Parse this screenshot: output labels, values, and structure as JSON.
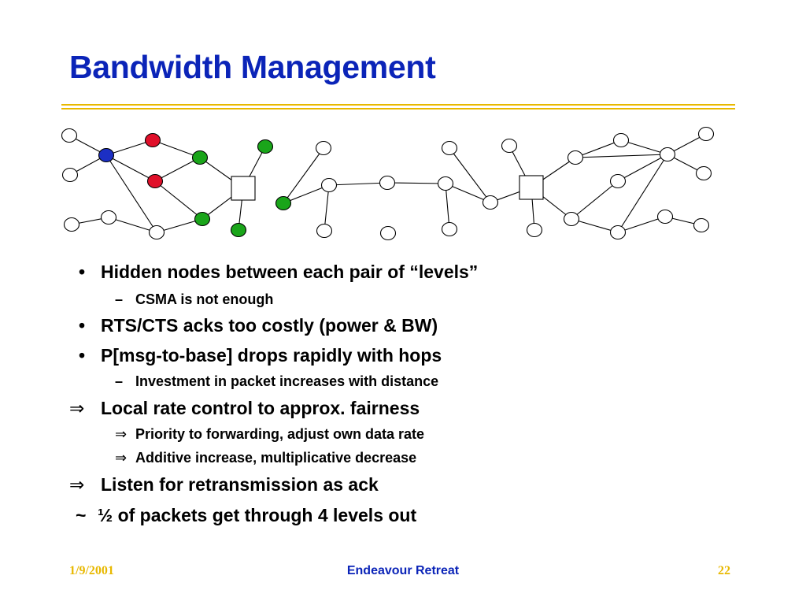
{
  "slide": {
    "title": "Bandwidth Management",
    "bullets": [
      {
        "level": 1,
        "marker": "•",
        "text": "Hidden nodes between each pair of “levels”"
      },
      {
        "level": 2,
        "marker": "–",
        "text": "CSMA is not enough"
      },
      {
        "level": 1,
        "marker": "•",
        "text": "RTS/CTS acks too costly (power & BW)"
      },
      {
        "level": 1,
        "marker": "•",
        "text": "P[msg-to-base] drops rapidly with hops"
      },
      {
        "level": 2,
        "marker": "–",
        "text": "Investment in packet increases with distance"
      },
      {
        "level": 1,
        "marker": "⇒",
        "text": "Local rate control to approx. fairness"
      },
      {
        "level": 2,
        "marker": "⇒",
        "text": "Priority to forwarding, adjust own data rate"
      },
      {
        "level": 2,
        "marker": "⇒",
        "text": "Additive increase, multiplicative decrease"
      },
      {
        "level": 1,
        "marker": "⇒",
        "text": "Listen for retransmission as ack"
      },
      {
        "level": 1,
        "marker": "~",
        "text": "½ of packets get through 4 levels out"
      }
    ],
    "footer": {
      "date": "1/9/2001",
      "center": "Endeavour Retreat",
      "page": "22"
    }
  },
  "diagram": {
    "node_colors": {
      "plain": "#ffffff",
      "blue": "#1c2fc4",
      "red": "#e0102a",
      "green": "#1aa51a"
    },
    "node_types": [
      "plain",
      "blue",
      "red",
      "green",
      "base-station-square"
    ]
  }
}
